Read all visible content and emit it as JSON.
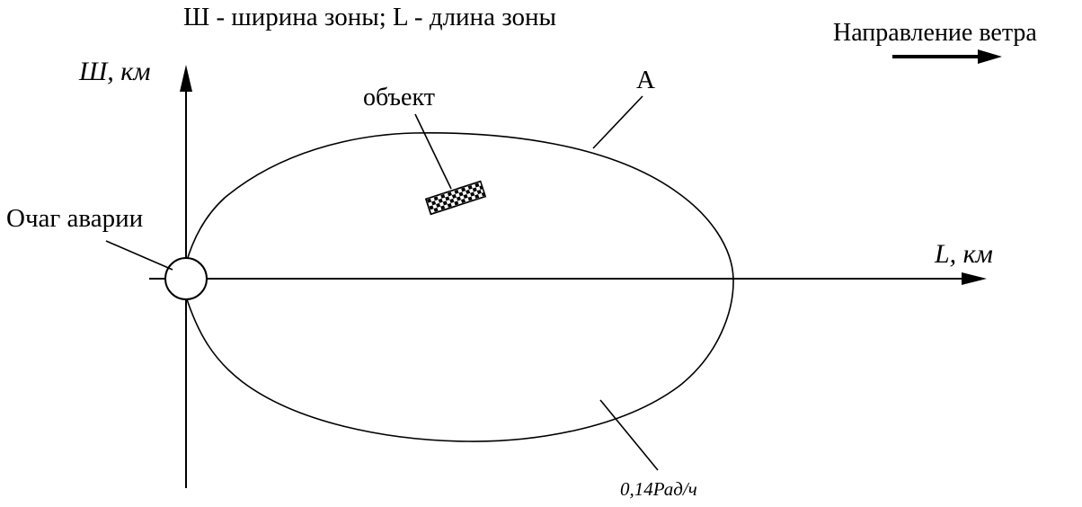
{
  "title": "Ш - ширина зоны; L - длина зоны",
  "wind_direction": "Направление ветра",
  "y_axis_label": "Ш, км",
  "x_axis_label": "L, км",
  "zone_label": "А",
  "object_label": "объект",
  "source_label": "Очаг аварии",
  "isoline_label": "0,14Рад/ч"
}
